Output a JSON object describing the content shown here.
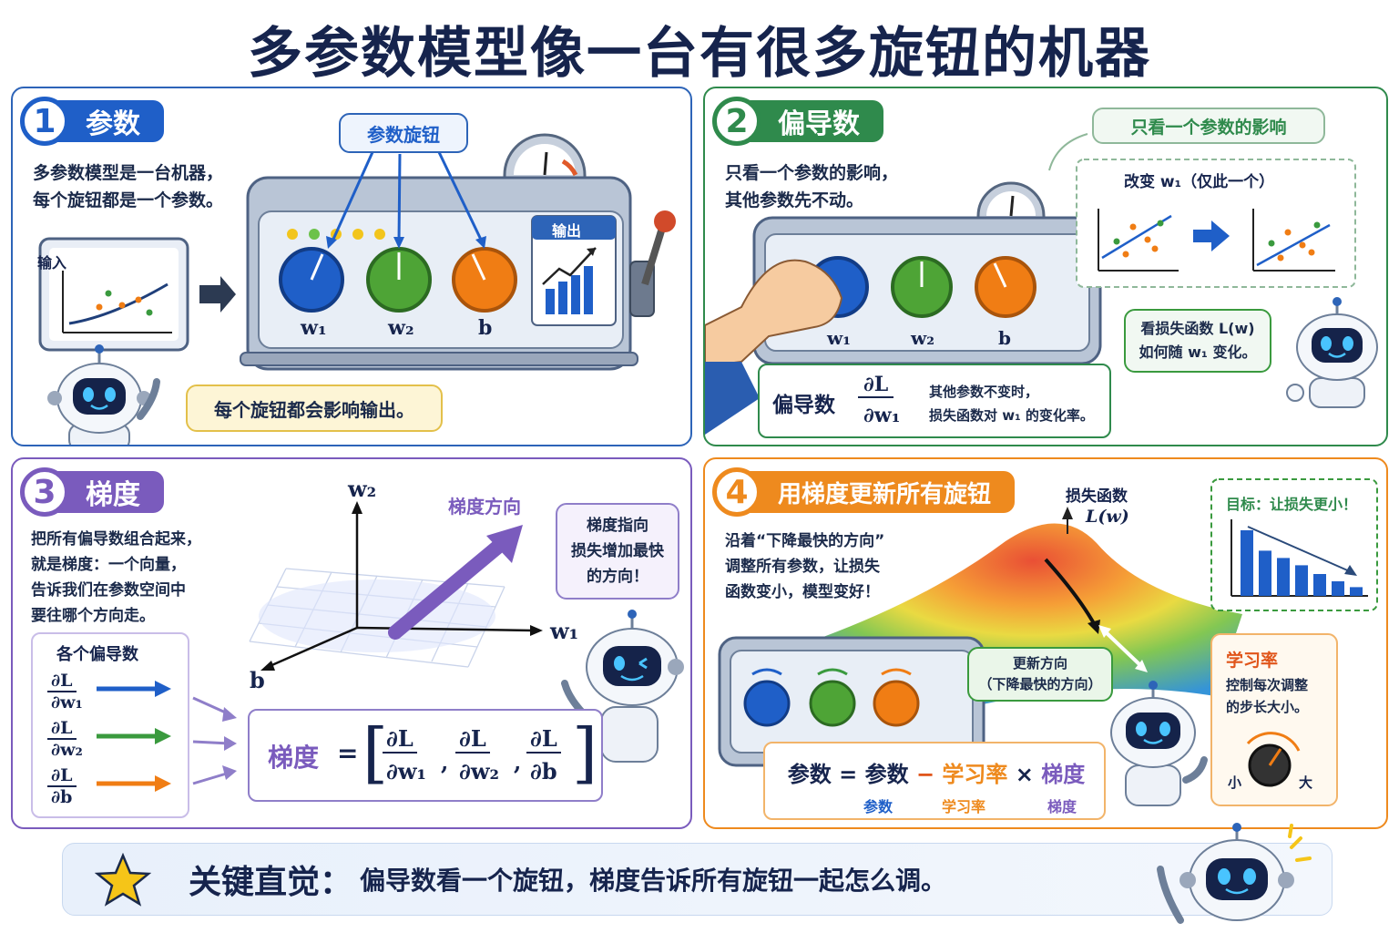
{
  "title": "多参数模型像一台有很多旋钮的机器",
  "panel1": {
    "num": "1",
    "label": "参数",
    "desc_line1": "多参数模型是一台机器，",
    "desc_line2": "每个旋钮都是一个参数。",
    "input_label": "输入",
    "knob_bubble": "参数旋钮",
    "output_label": "输出",
    "knob_labels": [
      "w₁",
      "w₂",
      "b"
    ],
    "robot_speech": "每个旋钮都会影响输出。"
  },
  "panel2": {
    "num": "2",
    "label": "偏导数",
    "desc_line1": "只看一个参数的影响，",
    "desc_line2": "其他参数先不动。",
    "top_bubble": "只看一个参数的影响",
    "change_caption": "改变 w₁（仅此一个）",
    "knob_labels": [
      "w₁",
      "w₂",
      "b"
    ],
    "def_term": "偏导数",
    "def_formula_num": "∂L",
    "def_formula_den": "∂w₁",
    "def_text_line1": "其他参数不变时，",
    "def_text_line2": "损失函数对 w₁ 的变化率。",
    "robot_speech_line1": "看损失函数 L(w)",
    "robot_speech_line2": "如何随 w₁ 变化。"
  },
  "panel3": {
    "num": "3",
    "label": "梯度",
    "desc_lines": [
      "把所有偏导数组合起来，",
      "就是梯度：一个向量，",
      "告诉我们在参数空间中",
      "要往哪个方向走。"
    ],
    "axis_w2": "w₂",
    "axis_w1": "w₁",
    "axis_b": "b",
    "arrow_label": "梯度方向",
    "speech_lines": [
      "梯度指向",
      "损失增加最快",
      "的方向！"
    ],
    "partials_title": "各个偏导数",
    "partials": [
      {
        "num": "∂L",
        "den": "∂w₁",
        "color": "#1f5fc8"
      },
      {
        "num": "∂L",
        "den": "∂w₂",
        "color": "#3a9a3e"
      },
      {
        "num": "∂L",
        "den": "∂b",
        "color": "#f07d14"
      }
    ],
    "gradient_term": "梯度",
    "gradient_eq": "=",
    "gradient_items": [
      {
        "num": "∂L",
        "den": "∂w₁"
      },
      {
        "num": "∂L",
        "den": "∂w₂"
      },
      {
        "num": "∂L",
        "den": "∂b"
      }
    ]
  },
  "panel4": {
    "num": "4",
    "label": "用梯度更新所有旋钮",
    "desc_lines": [
      "沿着“下降最快的方向”",
      "调整所有参数，让损失",
      "函数变小，模型变好！"
    ],
    "loss_label_line1": "损失函数",
    "loss_label_line2": "L(w)",
    "goal_label": "目标：让损失更小！",
    "goal_bars": [
      0.9,
      0.62,
      0.52,
      0.42,
      0.3,
      0.2,
      0.12
    ],
    "update_label_line1": "更新方向",
    "update_label_line2": "（下降最快的方向）",
    "formula": {
      "lhs": "参数",
      "eq": "=",
      "a": "参数",
      "minus": "−",
      "lr": "学习率",
      "times": "×",
      "grad": "梯度"
    },
    "formula_sub": {
      "a": "参数",
      "lr": "学习率",
      "grad": "梯度"
    },
    "lr_title": "学习率",
    "lr_desc_line1": "控制每次调整",
    "lr_desc_line2": "的步长大小。",
    "lr_small": "小",
    "lr_large": "大"
  },
  "bottom": {
    "bold": "关键直觉：",
    "text": "偏导数看一个旋钮，梯度告诉所有旋钮一起怎么调。"
  },
  "colors": {
    "blue": "#1f5fc8",
    "green": "#2f8a4c",
    "purple": "#7a5bbd",
    "orange": "#ee8a1e",
    "navy": "#16244d"
  }
}
